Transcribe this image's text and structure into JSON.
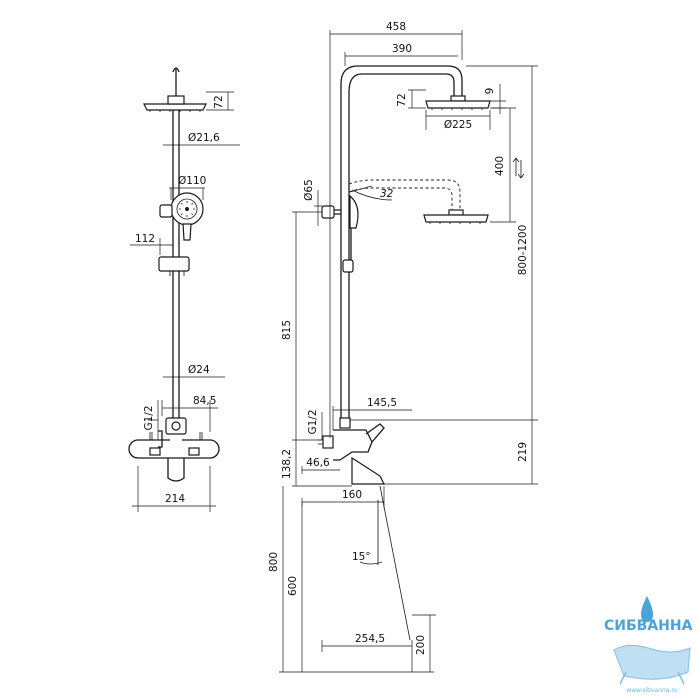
{
  "dimensions": {
    "left": {
      "d72": "72",
      "d21_6": "Ø21,6",
      "d110": "Ø110",
      "d112": "112",
      "d24": "Ø24",
      "dg12": "G1/2",
      "d84_5": "84,5",
      "d214": "214"
    },
    "right": {
      "d458": "458",
      "d390": "390",
      "d72": "72",
      "d9": "9",
      "d225": "Ø225",
      "d400": "400",
      "d65": "Ø65",
      "d32": "32",
      "d800_1200": "800-1200",
      "d815": "815",
      "dg12": "G1/2",
      "d145_5": "145,5",
      "d46_6": "46,6",
      "d138_2": "138,2",
      "d219": "219",
      "d160": "160",
      "d15": "15°",
      "d800": "800",
      "d600": "600",
      "d254_5": "254,5",
      "d200": "200"
    }
  },
  "logo": {
    "name": "СИБВАННА",
    "url": "www.sibvanna.ru"
  },
  "colors": {
    "line": "#1a1a1a",
    "logo": "#4aa3d9"
  }
}
